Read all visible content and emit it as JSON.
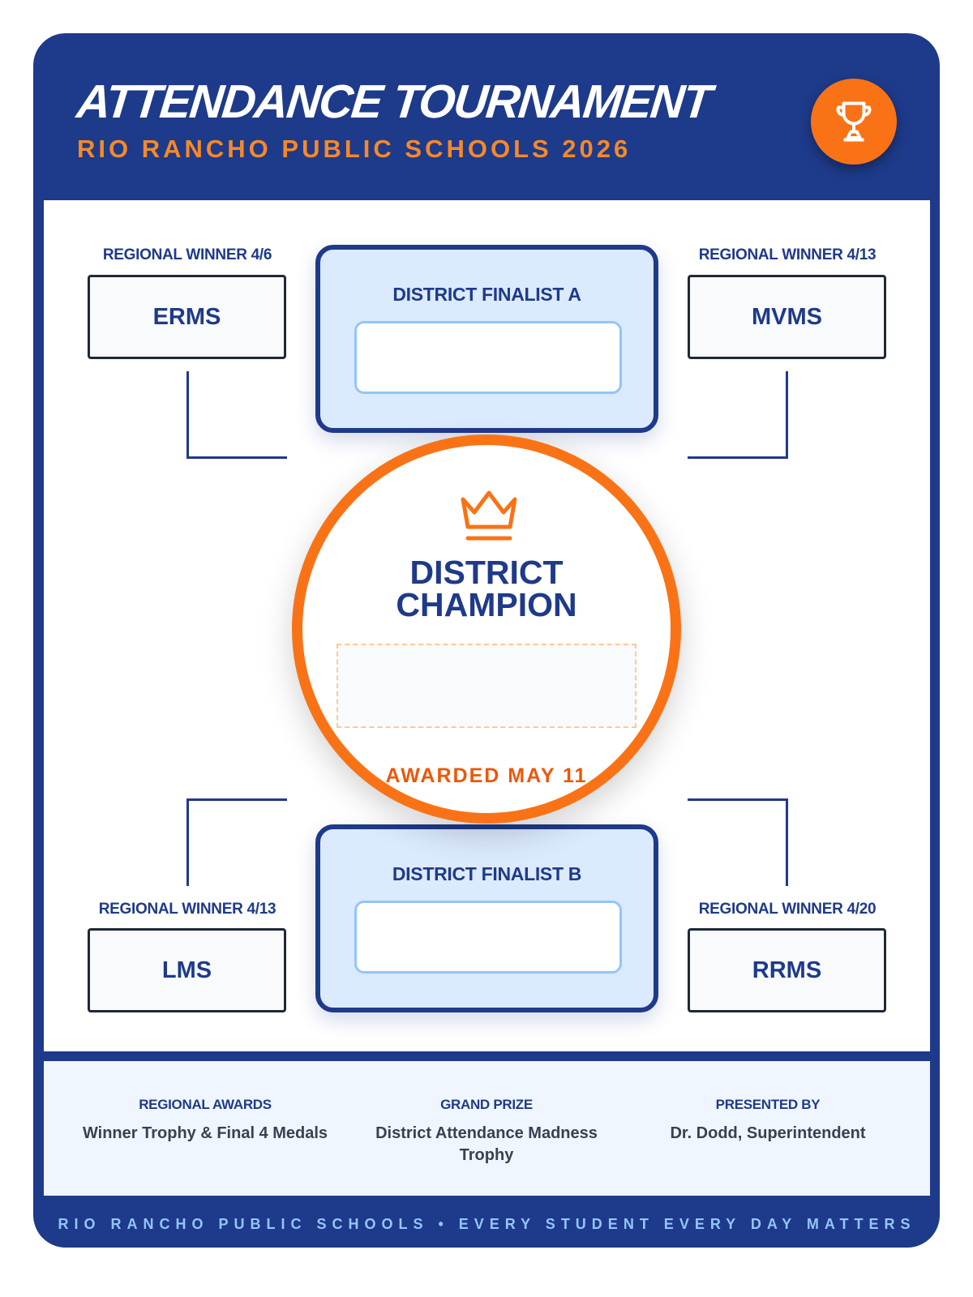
{
  "header": {
    "title": "ATTENDANCE TOURNAMENT",
    "subtitle": "RIO RANCHO PUBLIC SCHOOLS 2026",
    "icon": "trophy-icon"
  },
  "regionals": [
    {
      "label": "REGIONAL WINNER 4/6",
      "school": "ERMS"
    },
    {
      "label": "REGIONAL WINNER 4/13",
      "school": "MVMS"
    },
    {
      "label": "REGIONAL WINNER 4/13",
      "school": "LMS"
    },
    {
      "label": "REGIONAL WINNER 4/20",
      "school": "RRMS"
    }
  ],
  "finalists": {
    "a": {
      "label": "DISTRICT FINALIST A",
      "value": ""
    },
    "b": {
      "label": "DISTRICT FINALIST B",
      "value": ""
    }
  },
  "champion": {
    "line1": "DISTRICT",
    "line2": "CHAMPION",
    "awarded": "AWARDED MAY 11",
    "icon": "crown-icon"
  },
  "info": [
    {
      "heading": "REGIONAL AWARDS",
      "value": "Winner Trophy & Final 4 Medals"
    },
    {
      "heading": "GRAND PRIZE",
      "value": "District Attendance Madness Trophy"
    },
    {
      "heading": "PRESENTED BY",
      "value": "Dr. Dodd, Superintendent"
    }
  ],
  "footer": {
    "tagline": "RIO RANCHO PUBLIC SCHOOLS • EVERY STUDENT EVERY DAY MATTERS"
  },
  "colors": {
    "navy": "#1e3a8a",
    "orange": "#f97316",
    "light_blue": "#dbeafe"
  }
}
